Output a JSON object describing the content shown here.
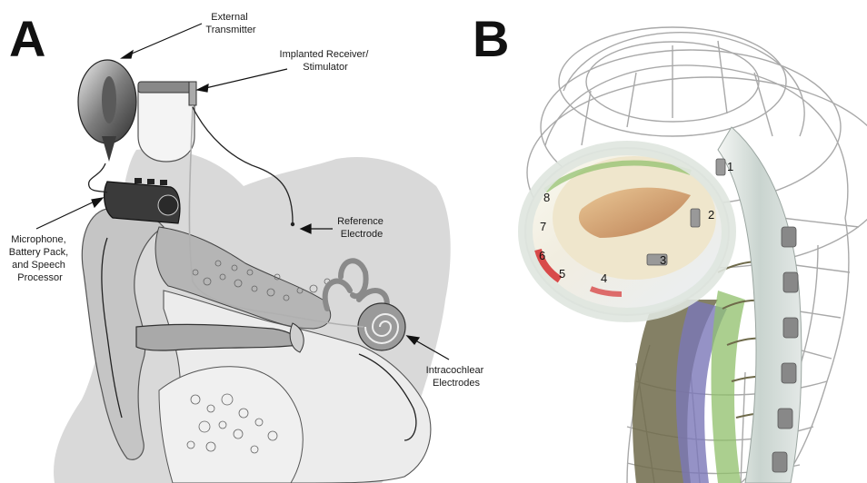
{
  "panels": {
    "a": {
      "letter": "A",
      "labels": {
        "external_transmitter": [
          "External",
          "Transmitter"
        ],
        "implanted_receiver": [
          "Implanted Receiver/",
          "Stimulator"
        ],
        "reference_electrode": [
          "Reference",
          "Electrode"
        ],
        "processor": [
          "Microphone,",
          "Battery Pack,",
          "and Speech",
          "Processor"
        ],
        "intracochlear": [
          "Intracochlear",
          "Electrodes"
        ]
      }
    },
    "b": {
      "letter": "B",
      "electrode_numbers": [
        "1",
        "2",
        "3",
        "4",
        "5",
        "6",
        "7",
        "8"
      ]
    }
  },
  "colors": {
    "head_shade": "#d6d6d6",
    "skin": "#b9b9b9",
    "bone": "#e9e9e9",
    "cochlea_green": "#8fbf6a",
    "nerve": "#6e6a4a",
    "electrode_red": "#d84a4a",
    "wireframe": "#a9a9a9"
  }
}
